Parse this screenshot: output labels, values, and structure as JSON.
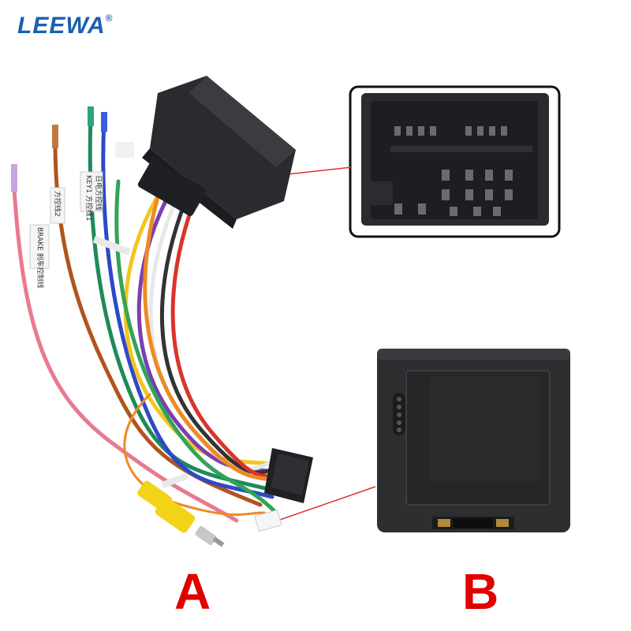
{
  "brand": {
    "name": "LEEWA",
    "mark": "®"
  },
  "labels": {
    "a": "A",
    "b": "B"
  },
  "wire_tags": {
    "brake": "BRAKE 刹车控制线",
    "key2": "方控线2",
    "key1": "KEY1 方控线1",
    "key1_sub": "日电方控线"
  },
  "colors": {
    "brand": "#1a5fb4",
    "labels": "#e00000",
    "connector": "#2a2b2e",
    "module": "#2d2e30",
    "callout_line": "#e53030"
  }
}
